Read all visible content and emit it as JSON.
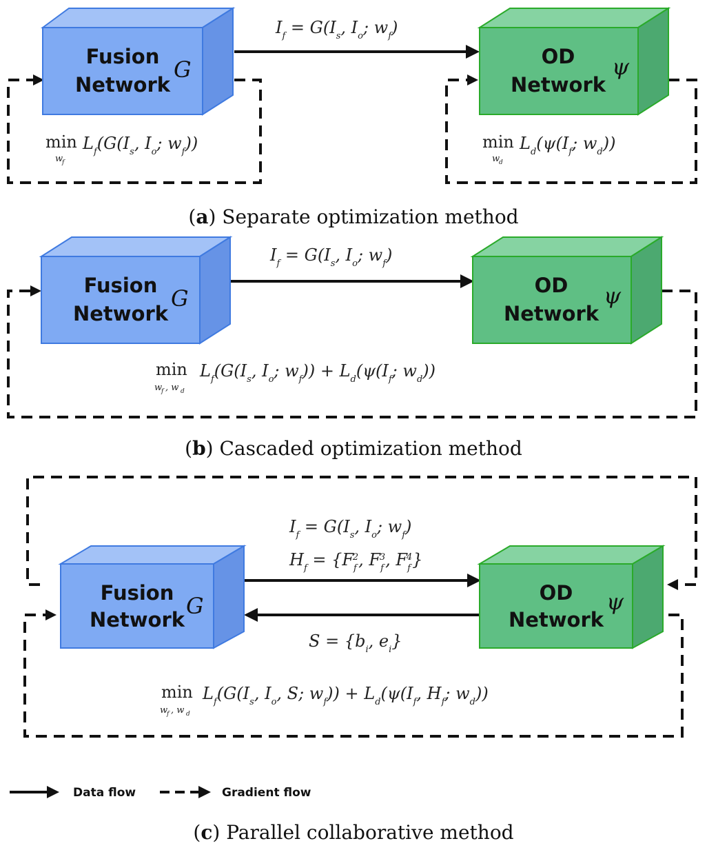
{
  "panel_a": {
    "fusion_block": {
      "line1": "Fusion",
      "line2": "Network",
      "symbol": "G"
    },
    "od_block": {
      "line1": "OD",
      "line2": "Network",
      "symbol": "ψ"
    },
    "data_flow_eq": "I_f = G(I_s, I_o; w_f)",
    "fusion_loss": "min_{w_f} L_f(G(I_s, I_o; w_f))",
    "od_loss": "min_{w_d} L_d(ψ(I_f; w_d))",
    "caption_letter": "a",
    "caption_text": " Separate optimization method",
    "caption_open": "(",
    "caption_close": ")"
  },
  "panel_b": {
    "fusion_block": {
      "line1": "Fusion",
      "line2": "Network",
      "symbol": "G"
    },
    "od_block": {
      "line1": "OD",
      "line2": "Network",
      "symbol": "ψ"
    },
    "data_flow_eq": "I_f = G(I_s, I_o; w_f)",
    "joint_loss": "min_{w_f, w_d} L_f(G(I_s, I_o; w_f)) + L_d(ψ(I_f; w_d))",
    "caption_letter": "b",
    "caption_text": " Cascaded optimization method",
    "caption_open": "(",
    "caption_close": ")"
  },
  "panel_c": {
    "fusion_block": {
      "line1": "Fusion",
      "line2": "Network",
      "symbol": "G"
    },
    "od_block": {
      "line1": "OD",
      "line2": "Network",
      "symbol": "ψ"
    },
    "data_flow_eq1": "I_f = G(I_s, I_o; w_f)",
    "data_flow_eq2": "H_f = {F_f^2, F_f^3, F_f^4}",
    "feedback_eq": "S = {b_i, e_i}",
    "joint_loss": "min_{w_f, w_d} L_f(G(I_s, I_o, S; w_f)) + L_d(ψ(I_f, H_f; w_d))",
    "caption_letter": "c",
    "caption_text": " Parallel collaborative method",
    "caption_open": "(",
    "caption_close": ")"
  },
  "legend": {
    "data_flow": "Data flow",
    "gradient_flow": "Gradient flow"
  },
  "colors": {
    "fusion_front": "#7faaf3",
    "fusion_top": "#a3c2f7",
    "fusion_side": "#6693e6",
    "fusion_stroke": "#3f7ae0",
    "od_front": "#5fbf84",
    "od_top": "#86d3a2",
    "od_side": "#4ca970",
    "od_stroke": "#2aaa2a"
  }
}
